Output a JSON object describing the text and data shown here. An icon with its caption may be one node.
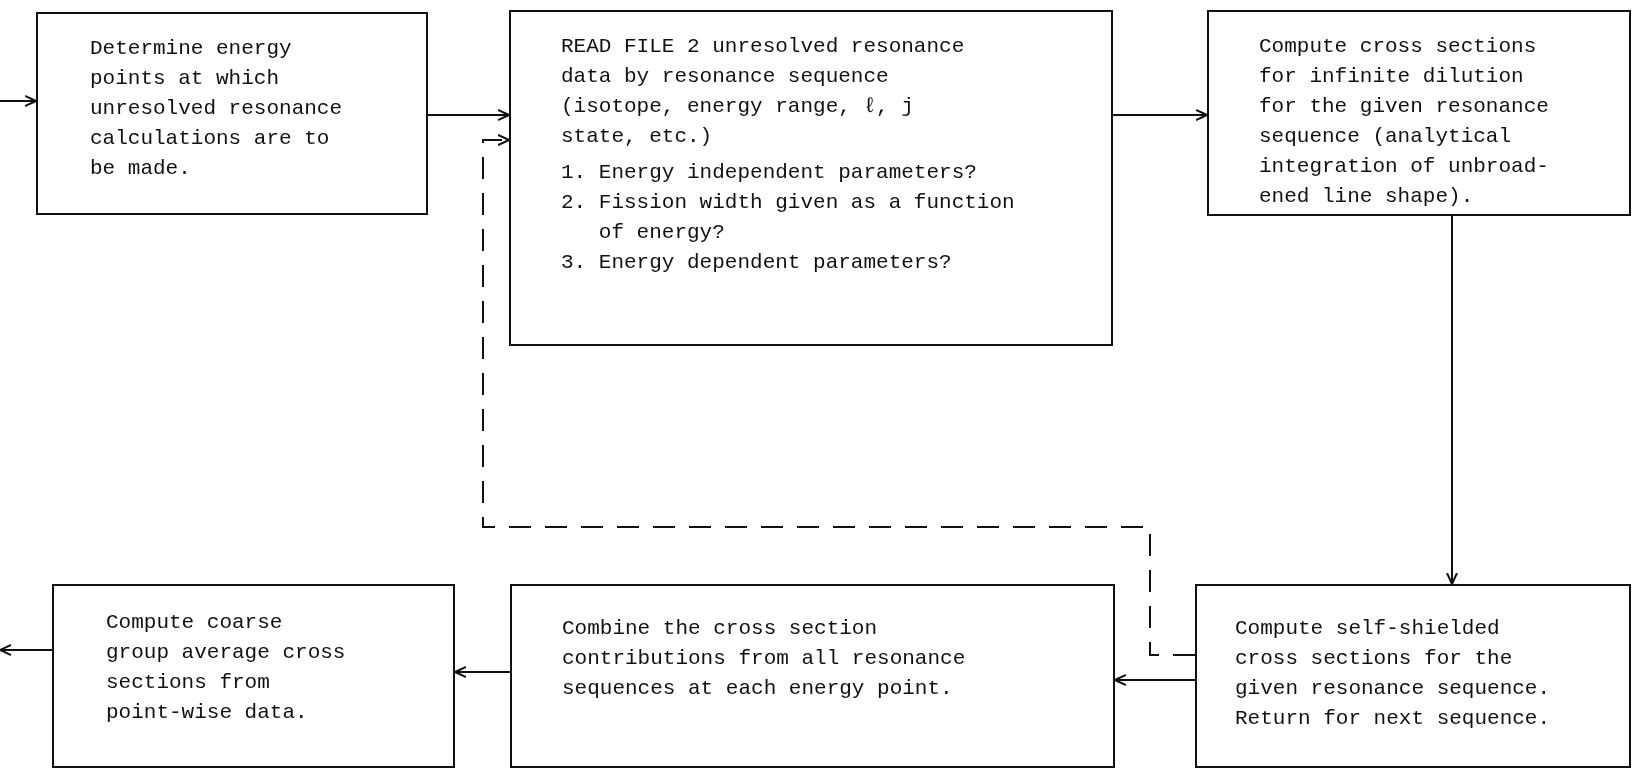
{
  "diagram": {
    "nodes": [
      {
        "text": [
          "Determine energy points at which unresolved resonance calculations are to be made."
        ]
      },
      {
        "text": [
          "READ FILE 2 unresolved resonance data by resonance sequence (isotope, energy range, ℓ, j state, etc.)",
          "1. Energy independent parameters?",
          "2. Fission width given as a function of energy?",
          "3. Energy dependent parameters?"
        ]
      },
      {
        "text": [
          "Compute cross sections for infinite dilution for the given resonance sequence (analytical integration of unbroad-ened line shape)."
        ]
      },
      {
        "text": [
          "Compute self-shielded cross sections for the given resonance sequence. Return for next sequence."
        ]
      },
      {
        "text": [
          "Combine the cross section contributions from all resonance sequences at each energy point."
        ]
      },
      {
        "text": [
          "Compute coarse group average cross sections from point-wise data."
        ]
      }
    ],
    "edges": [
      {
        "from": null,
        "to": 0,
        "arrow": "to"
      },
      {
        "from": 0,
        "to": 1,
        "arrow": "to"
      },
      {
        "from": 1,
        "to": 2,
        "arrow": "to"
      },
      {
        "from": 2,
        "to": 3,
        "arrow": "to"
      },
      {
        "from": 3,
        "to": 4,
        "arrow": "to"
      },
      {
        "from": 4,
        "to": 5,
        "arrow": "to"
      },
      {
        "from": 5,
        "to": null,
        "arrow": "to"
      },
      {
        "from": 3,
        "to": 1,
        "arrow": "to",
        "style": "dashed"
      }
    ]
  }
}
